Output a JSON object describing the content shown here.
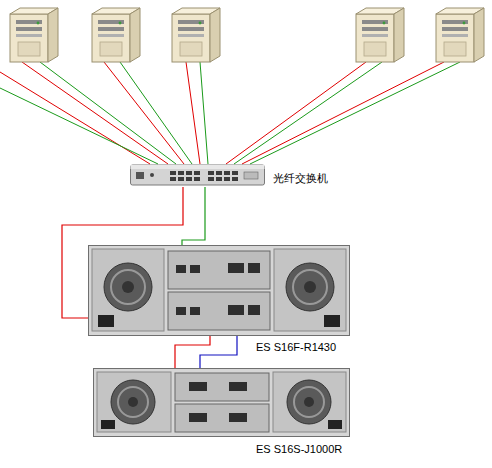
{
  "diagram": {
    "nodes": [
      {
        "text": [
          "光纤交换机"
        ]
      },
      {
        "text": [
          "ES S16F-R1430"
        ]
      },
      {
        "text": [
          "ES S16S-J1000R"
        ]
      }
    ],
    "edges": [
      {
        "from": 0,
        "to": 1,
        "arrow": "none"
      },
      {
        "from": 0,
        "to": 1,
        "arrow": "none"
      },
      {
        "from": 1,
        "to": 2,
        "arrow": "none"
      },
      {
        "from": 1,
        "to": 2,
        "arrow": "none"
      }
    ]
  }
}
